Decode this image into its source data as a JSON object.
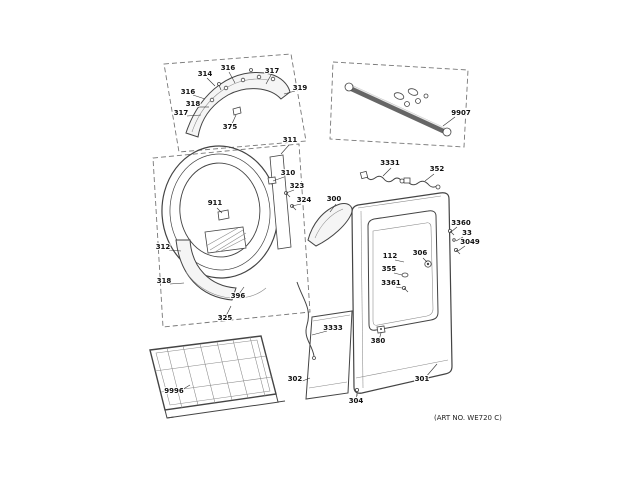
{
  "art_no": "(ART NO. WE720 C)",
  "callouts": [
    {
      "id": "duct-314",
      "label": "314"
    },
    {
      "id": "duct-316-top",
      "label": "316"
    },
    {
      "id": "duct-317-top",
      "label": "317"
    },
    {
      "id": "duct-319",
      "label": "319"
    },
    {
      "id": "duct-316-left",
      "label": "316"
    },
    {
      "id": "duct-318",
      "label": "318"
    },
    {
      "id": "duct-317-left",
      "label": "317"
    },
    {
      "id": "duct-375",
      "label": "375"
    },
    {
      "id": "bulkhead-311",
      "label": "311"
    },
    {
      "id": "bulkhead-310",
      "label": "310"
    },
    {
      "id": "bulkhead-323",
      "label": "323"
    },
    {
      "id": "bulkhead-324",
      "label": "324"
    },
    {
      "id": "bulkhead-911",
      "label": "911"
    },
    {
      "id": "bulkhead-312",
      "label": "312"
    },
    {
      "id": "bulkhead-318",
      "label": "318"
    },
    {
      "id": "bulkhead-396",
      "label": "396"
    },
    {
      "id": "bulkhead-325",
      "label": "325"
    },
    {
      "id": "lint-filter-300",
      "label": "300"
    },
    {
      "id": "wire-3333",
      "label": "3333"
    },
    {
      "id": "rod-9907",
      "label": "9907"
    },
    {
      "id": "harness-3331",
      "label": "3331"
    },
    {
      "id": "harness-352",
      "label": "352"
    },
    {
      "id": "panel-3360",
      "label": "3360"
    },
    {
      "id": "panel-33",
      "label": "33"
    },
    {
      "id": "panel-3049",
      "label": "3049"
    },
    {
      "id": "panel-112",
      "label": "112"
    },
    {
      "id": "panel-306",
      "label": "306"
    },
    {
      "id": "panel-355",
      "label": "355"
    },
    {
      "id": "panel-3361",
      "label": "3361"
    },
    {
      "id": "panel-380",
      "label": "380"
    },
    {
      "id": "panel-301",
      "label": "301"
    },
    {
      "id": "access-302",
      "label": "302"
    },
    {
      "id": "panel-304",
      "label": "304"
    },
    {
      "id": "shelf-9996",
      "label": "9996"
    }
  ]
}
